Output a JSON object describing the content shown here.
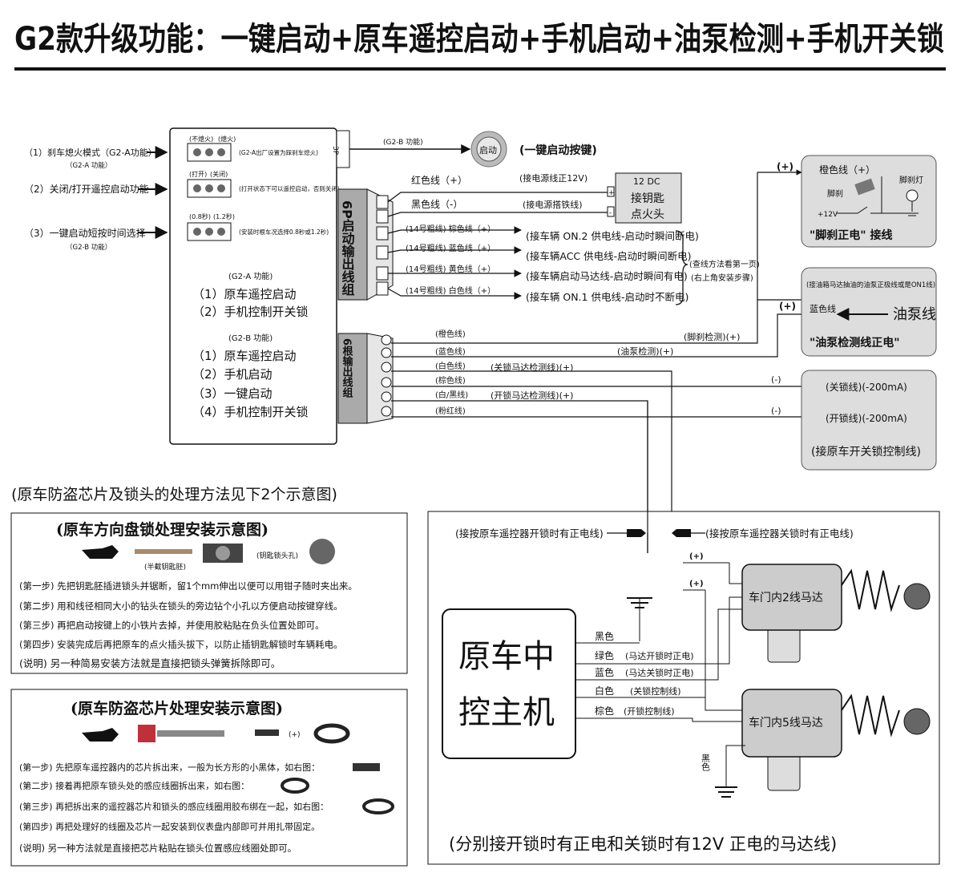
{
  "title": "G2款升级功能：一键启动+原车遥控启动+手机启动+油泵检测+手机开关锁",
  "module": {
    "dips": [
      {
        "left_tag": "(不熄火)",
        "right_tag": "(熄火)",
        "note": "(G2-A出厂设置为踩刹车熄火)",
        "ext_label": "（1）刹车熄火模式（G2-A功能）",
        "ext_sub": "（G2-A 功能）"
      },
      {
        "left_tag": "(打开)",
        "right_tag": "(关闭)",
        "note": "(打开状态下可以遥控启动，否则关闭)",
        "ext_label": "（2）关闭/打开遥控启动功能",
        "ext_sub": ""
      },
      {
        "left_tag": "(0.8秒)",
        "right_tag": "(1.2秒)",
        "note": "(安装时根车况选择0.8秒或1.2秒)",
        "ext_label": "（3）一键启动短按时间选择",
        "ext_sub": "（G2-B 功能）"
      }
    ],
    "g2a_header": "(G2-A 功能)",
    "g2a_items": [
      "（1）原车遥控启动",
      "（2）手机控制开关锁"
    ],
    "g2b_header": "(G2-B 功能)",
    "g2b_items": [
      "（1）原车遥控启动",
      "（2）手机启动",
      "（3）一键启动",
      "（4）手机控制开关锁"
    ],
    "p3_label": "3P",
    "p3_func": "(G2-B 功能)",
    "start_button_label": "启动",
    "start_button_caption": "(一键启动按键)",
    "p6_label": "6P启动输出线组",
    "six_label": "6根输出线组"
  },
  "p6_wires": [
    {
      "name": "红色线（+）",
      "note": "(接电源线正12V)"
    },
    {
      "name": "黑色线（-）",
      "note": "(接电源搭铁线)"
    },
    {
      "name": "(14号粗线) 棕色线（+）",
      "note": "(接车辆 ON.2 供电线-启动时瞬间断电)"
    },
    {
      "name": "(14号粗线) 蓝色线（+）",
      "note": "(接车辆ACC 供电线-启动时瞬间断电)"
    },
    {
      "name": "(14号粗线) 黄色线（+）",
      "note": "(接车辆启动马达线-启动时瞬间有电)"
    },
    {
      "name": "(14号粗线) 白色线（+）",
      "note": "(接车辆 ON.1 供电线-启动时不断电)"
    }
  ],
  "ign_box": {
    "line1": "12 DC",
    "line2": "接钥匙",
    "line3": "点火头",
    "plus": "+",
    "minus": "-"
  },
  "check_note": [
    "(查线方法看第一页)",
    "(右上角安装步骤)"
  ],
  "six_wires": [
    {
      "name": "(橙色线)",
      "note": "(脚刹检测)(+)"
    },
    {
      "name": "(蓝色线)",
      "note": "(油泵检测)(+)"
    },
    {
      "name": "(白色线)",
      "note": "(关锁马达检测线)(+)"
    },
    {
      "name": "(棕色线)",
      "note": "(-)"
    },
    {
      "name": "(白/黑线)",
      "note": "(开锁马达检测线)(+)"
    },
    {
      "name": "(粉红线)",
      "note": "(-)"
    }
  ],
  "brake_box": {
    "plus": "(+)",
    "wire": "橙色线（+）",
    "brake": "脚刹",
    "lamp": "脚刹灯",
    "v12": "+12V",
    "caption": "\"脚刹正电\" 接线"
  },
  "pump_box": {
    "plus": "(+)",
    "note": "(接油箱马达抽油的油泵正极线或是ON1线)",
    "wire": "蓝色线",
    "label": "油泵线",
    "caption": "\"油泵检测线正电\""
  },
  "lock_box": {
    "close": "(关锁线)(-200mA)",
    "open": "(开锁线)(-200mA)",
    "caption": "(接原车开关锁控制线)"
  },
  "treat_title": "(原车防盗芯片及锁头的处理方法见下2个示意图)",
  "steering": {
    "title": "(原车方向盘锁处理安装示意图)",
    "img_key": "(半截钥匙胚)",
    "img_hole": "(钥匙锁头孔)",
    "steps": [
      "(第一步) 先把钥匙胚插进锁头并锯断，留1个mm伸出以便可以用钳子随时夹出来。",
      "(第二步) 用和线径相同大小的钻头在锁头的旁边钻个小孔以方便启动按键穿线。",
      "(第三步) 再把启动按键上的小铁片去掉，并使用胶粘贴在负头位置处即可。",
      "(第四步) 安装完成后再把原车的点火插头拔下，以防止插钥匙解锁时车辆耗电。",
      "(说明) 另一种简易安装方法就是直接把锁头弹簧拆除即可。"
    ]
  },
  "chip": {
    "title": "(原车防盗芯片处理安装示意图)",
    "plus": "(+)",
    "steps": [
      "(第一步) 先把原车遥控器内的芯片拆出来，一般为长方形的小黑体，如右图：",
      "(第二步) 接着再把原车锁头处的感应线圈拆出来，如右图：",
      "(第三步) 再把拆出来的遥控器芯片和锁头的感应线圈用胶布绑在一起，如右图：",
      "(第四步) 再把处理好的线圈及芯片一起安装到仪表盘内部即可并用扎带固定。",
      "(说明) 另一种方法就是直接把芯片粘贴在锁头位置感应线圈处即可。"
    ]
  },
  "motor_panel": {
    "remote_open": "(接按原车遥控器开锁时有正电线)",
    "remote_close": "(接按原车遥控器关锁时有正电线)",
    "plus": "(+)",
    "ecu_line1": "原车中",
    "ecu_line2": "控主机",
    "motor2": "车门内2线马达",
    "motor5": "车门内5线马达",
    "wires": [
      {
        "color": "黑色",
        "note": ""
      },
      {
        "color": "绿色",
        "note": "(马达开锁时正电)"
      },
      {
        "color": "蓝色",
        "note": "(马达关锁时正电)"
      },
      {
        "color": "白色",
        "note": "(关锁控制线)"
      },
      {
        "color": "棕色",
        "note": "(开锁控制线)"
      }
    ],
    "ground_black": "黑色",
    "caption": "(分别接开锁时有正电和关锁时有12V 正电的马达线)"
  }
}
